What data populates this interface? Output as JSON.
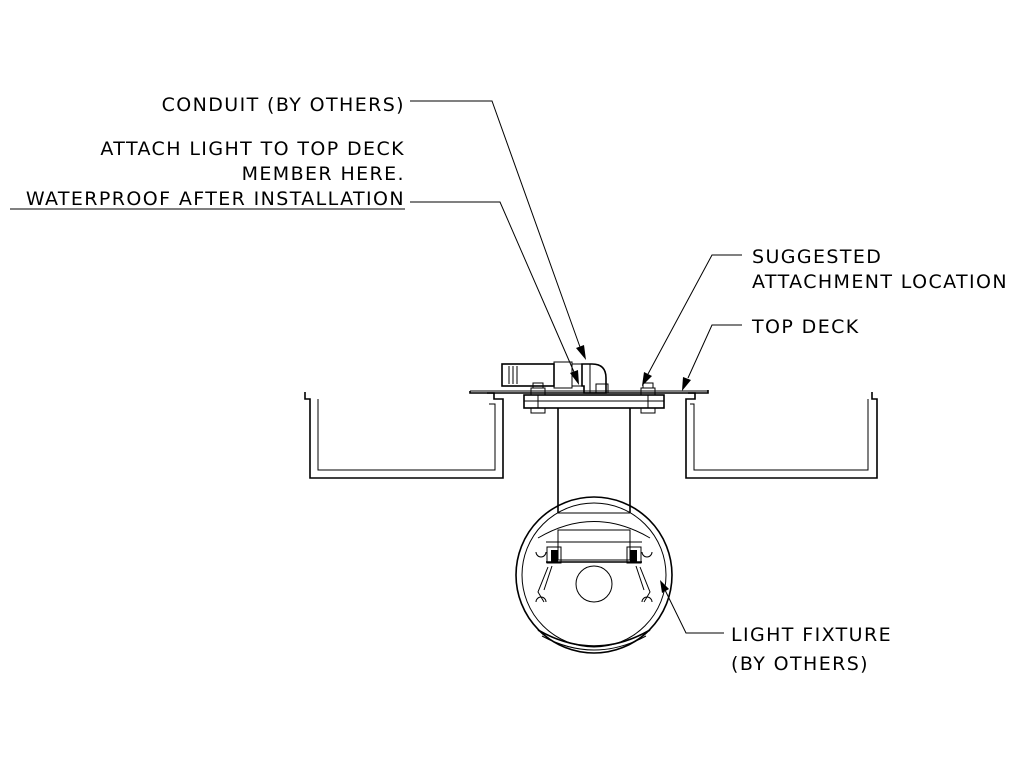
{
  "notes": {
    "conduit": "CONDUIT (BY OTHERS)",
    "attach_line1": "ATTACH LIGHT TO TOP DECK",
    "attach_line2": "MEMBER HERE.",
    "attach_line3": "WATERPROOF AFTER INSTALLATION",
    "suggested_line1": "SUGGESTED",
    "suggested_line2": "ATTACHMENT LOCATION",
    "top_deck": "TOP DECK",
    "fixture_line1": "LIGHT FIXTURE",
    "fixture_line2": "(BY OTHERS)"
  }
}
